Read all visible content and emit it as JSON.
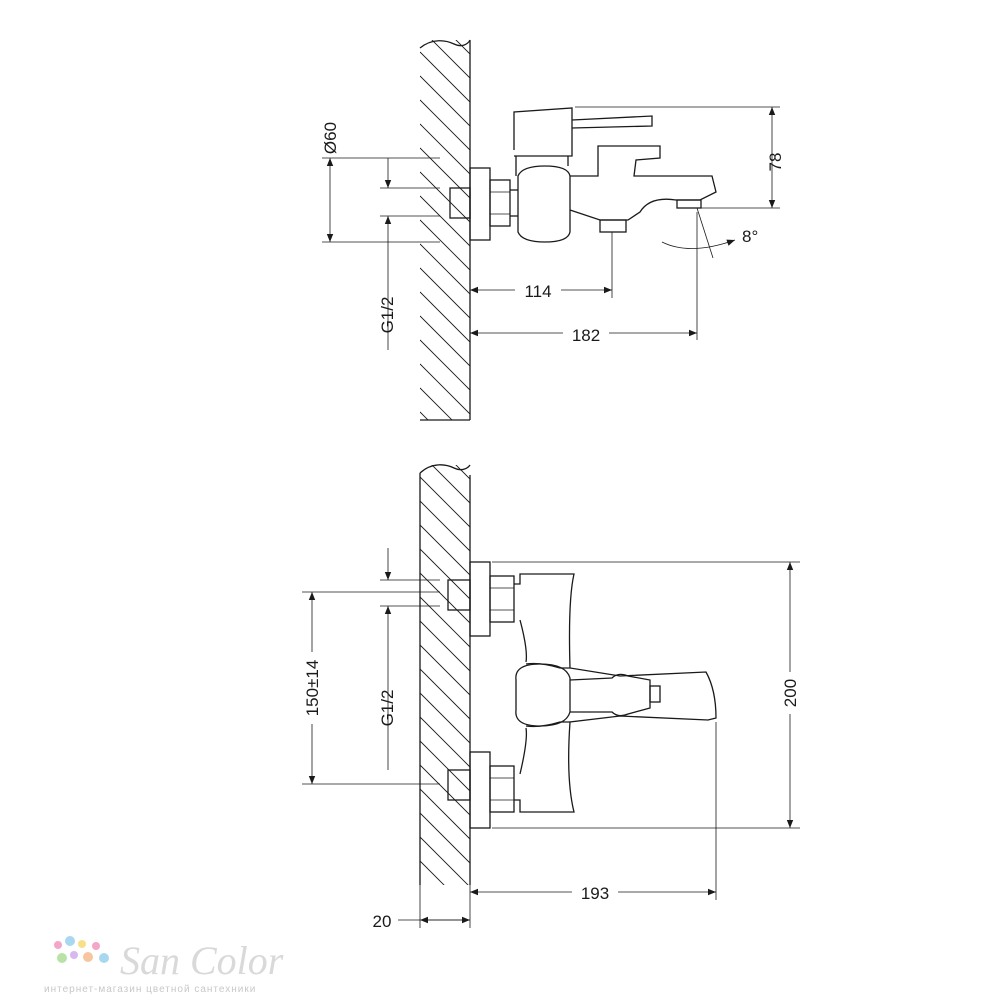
{
  "top_view": {
    "dims": {
      "diameter": "Ø60",
      "thread": "G1/2",
      "spout_reach": "114",
      "total_depth": "182",
      "height": "78",
      "angle": "8°"
    }
  },
  "bottom_view": {
    "dims": {
      "centers": "150±14",
      "thread": "G1/2",
      "width": "200",
      "length": "193",
      "wall": "20"
    }
  },
  "watermark": {
    "brand": "San Color",
    "tagline": "интернет-магазин цветной сантехники",
    "dot_colors": [
      "#f4a6c8",
      "#a8d8f0",
      "#f7e08a",
      "#b9e3a6",
      "#d7b8ef",
      "#f7c59f"
    ]
  }
}
